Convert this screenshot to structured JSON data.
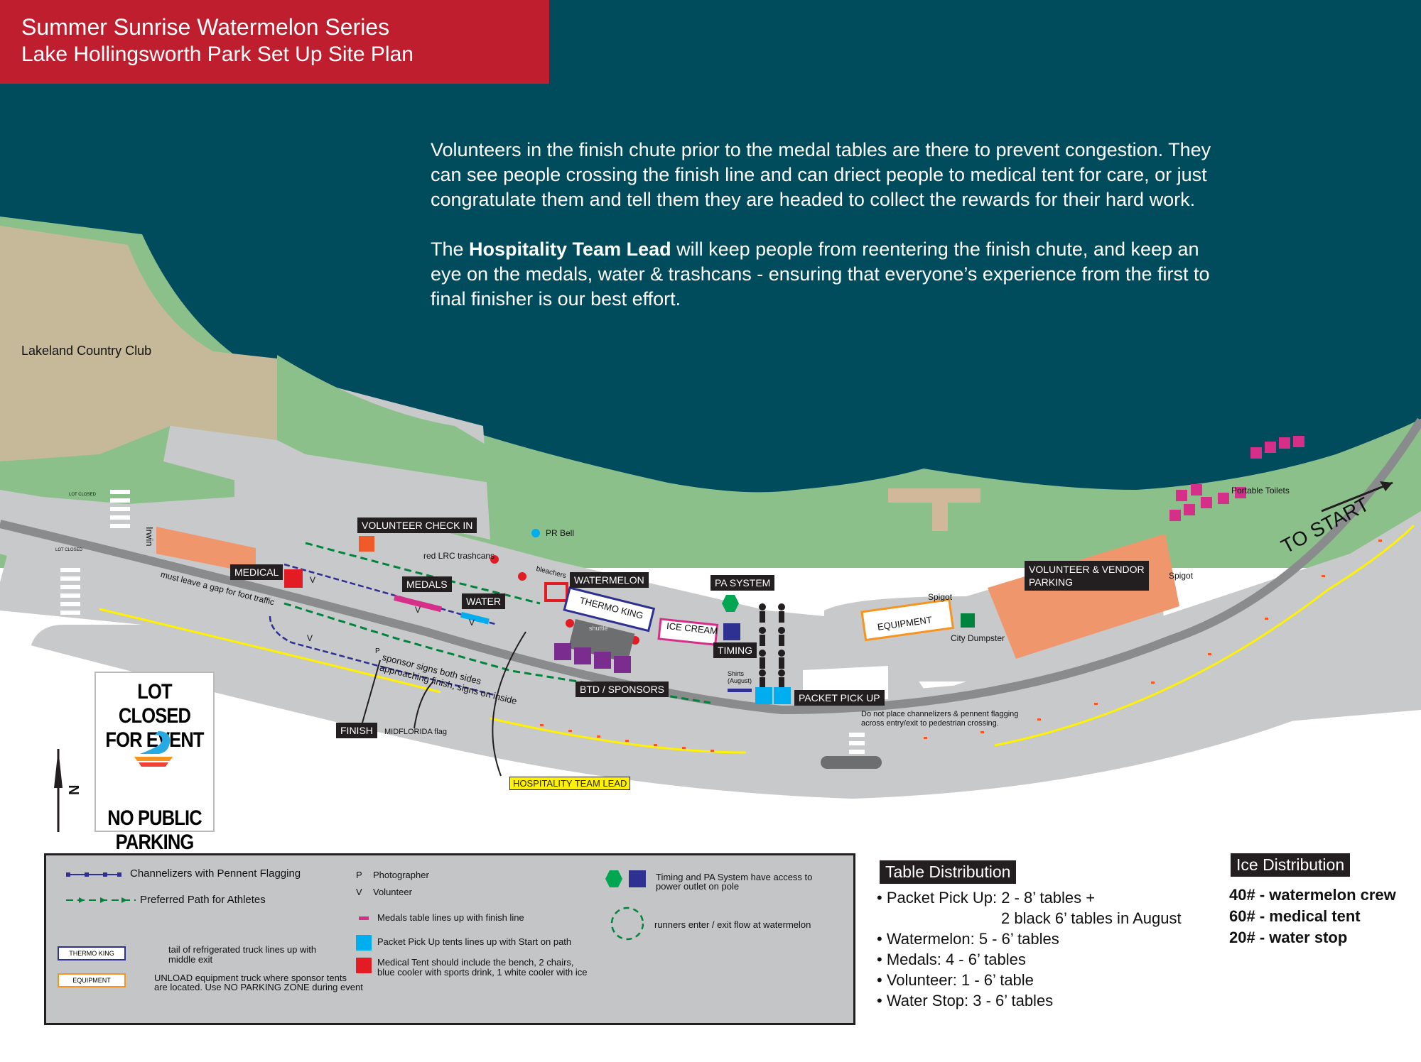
{
  "title": {
    "line1": "Summer Sunrise Watermelon Series",
    "line2": "Lake Hollingsworth Park Set Up Site Plan"
  },
  "note": {
    "p1": "Volunteers in the finish chute prior to the medal tables are there to prevent congestion. They can see people crossing the finish line and can driect people to medical tent for care, or just congratulate them and tell them they are headed to collect the rewards for their hard work.",
    "p2_pre": "The ",
    "p2_bold": "Hospitality Team Lead",
    "p2_post": " will keep people from reentering the finish chute, and keep an eye on the medals, water & trashcans - ensuring that everyone’s experience from the first to final finisher is our best effort."
  },
  "map_labels": {
    "country_club": "Lakeland Country Club",
    "lot_closed_small": "LOT CLOSED",
    "irwin": "Irwin",
    "medical": "MEDICAL",
    "volunteer_check_in": "VOLUNTEER CHECK IN",
    "red_trashcans": "red LRC trashcans",
    "pr_bell": "PR Bell",
    "bleachers": "bleachers",
    "watermelon": "WATERMELON",
    "medals": "MEDALS",
    "water": "WATER",
    "thermo_king": "THERMO KING",
    "ice_cream": "ICE CREAM",
    "pa_system": "PA SYSTEM",
    "timing": "TIMING",
    "shuttle": "shuttle",
    "btd_sponsors": "BTD / SPONSORS",
    "shirts": "Shirts (August)",
    "packet_pick_up": "PACKET PICK UP",
    "equipment": "EQUIPMENT",
    "spigot": "Spigot",
    "city_dumpster": "City Dumpster",
    "volunteer_vendor_parking_1": "VOLUNTEER & VENDOR",
    "volunteer_vendor_parking_2": "PARKING",
    "portable_toilets": "Portable Toilets",
    "to_start": "TO START",
    "gap_note": "must leave a gap for foot traffic",
    "sponsor_signs_1": "sponsor signs both sides",
    "sponsor_signs_2": "approaching finish, signs on inside",
    "finish": "FINISH",
    "midflorida": "MIDFLORIDA flag",
    "hospitality_lead": "HOSPITALITY TEAM LEAD",
    "do_not_place_1": "Do not place channelizers & pennent flagging",
    "do_not_place_2": "across entry/exit to pedestrian crossing.",
    "photographer_mark": "P",
    "volunteer_mark": "V",
    "north": "N"
  },
  "lot_sign": {
    "line1": "LOT CLOSED",
    "line2": "FOR EVENT",
    "line3": "NO PUBLIC",
    "line4": "PARKING"
  },
  "legend": {
    "channelizers": "Channelizers with Pennent Flagging",
    "preferred_path": "Preferred Path for Athletes",
    "p_key": "P",
    "photographer": "Photographer",
    "v_key": "V",
    "volunteer": "Volunteer",
    "medals_line": "Medals table lines up with finish line",
    "packet_tents": "Packet Pick Up tents lines up with Start on path",
    "medical_1": "Medical Tent should include the bench, 2 chairs,",
    "medical_2": "blue cooler with sports drink, 1 white cooler with ice",
    "thermo_key": "THERMO KING",
    "thermo_1": "tail of refrigerated truck lines up with",
    "thermo_2": "middle exit",
    "equipment_key": "EQUIPMENT",
    "equipment_1": "UNLOAD equipment truck where sponsor tents",
    "equipment_2": "are located. Use NO PARKING ZONE during event",
    "timing_pa_1": "Timing and PA System have access to",
    "timing_pa_2": "power outlet on pole",
    "runners_flow": "runners enter / exit flow at watermelon"
  },
  "table_distribution": {
    "header": "Table Distribution",
    "items": [
      "• Packet Pick Up: 2 - 8’ tables +",
      "2 black 6’ tables in August",
      "• Watermelon: 5 - 6’ tables",
      "• Medals: 4 - 6’ tables",
      "• Volunteer: 1 - 6’  table",
      "• Water Stop: 3 - 6’  tables"
    ]
  },
  "ice_distribution": {
    "header": "Ice Distribution",
    "items": [
      "40# - watermelon crew",
      "60# - medical tent",
      "20# - water stop"
    ]
  },
  "colors": {
    "lake": "#004b5c",
    "grass": "#8cc08b",
    "pavement": "#c8c9cb",
    "road": "#8a8b8d",
    "club": "#c6b99a",
    "parking": "#f0966c",
    "title_red": "#bf1e2e",
    "path_green": "#00843d",
    "channelizer_blue": "#2e3192",
    "purple": "#7b2c8f",
    "magenta": "#d62f8a",
    "cyan": "#00aeef",
    "red": "#e31b23",
    "yellow": "#fff200"
  }
}
